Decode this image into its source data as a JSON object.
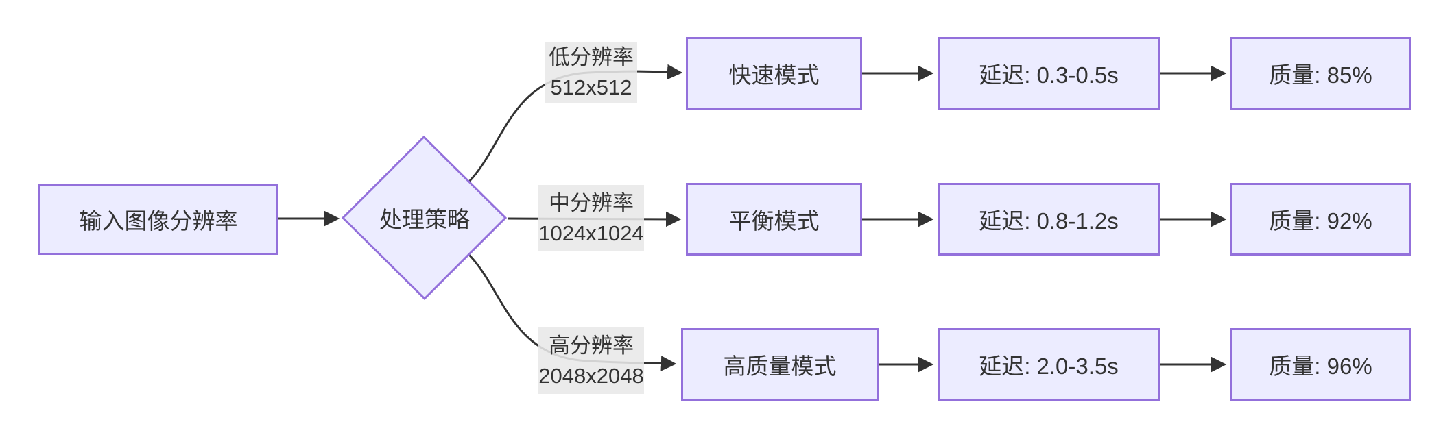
{
  "diagram": {
    "type": "flowchart",
    "direction": "left-to-right",
    "colors": {
      "node_fill": "#ECECFF",
      "node_border": "#9370DB",
      "edge_line": "#333333",
      "edge_label_bg": "#e8e8e8",
      "text": "#333333",
      "background": "#ffffff"
    },
    "input_node": {
      "label": "输入图像分辨率"
    },
    "decision_node": {
      "label": "处理策略"
    },
    "branches": [
      {
        "condition_line1": "低分辨率",
        "condition_line2": "512x512",
        "mode_label": "快速模式",
        "latency_label": "延迟: 0.3-0.5s",
        "quality_label": "质量: 85%"
      },
      {
        "condition_line1": "中分辨率",
        "condition_line2": "1024x1024",
        "mode_label": "平衡模式",
        "latency_label": "延迟: 0.8-1.2s",
        "quality_label": "质量: 92%"
      },
      {
        "condition_line1": "高分辨率",
        "condition_line2": "2048x2048",
        "mode_label": "高质量模式",
        "latency_label": "延迟: 2.0-3.5s",
        "quality_label": "质量: 96%"
      }
    ]
  }
}
